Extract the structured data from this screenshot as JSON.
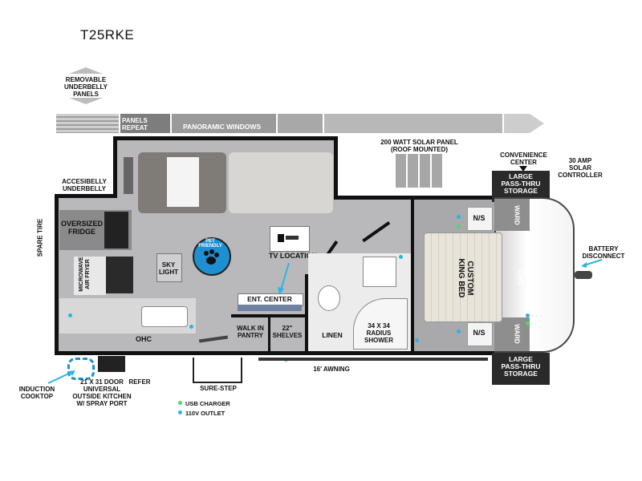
{
  "title": "T25RKE",
  "top_labels": {
    "removable_panels": "REMOVABLE\nUNDERBELLY\nPANELS",
    "panels_repeat": "PANELS\nREPEAT",
    "panoramic_windows": "PANORAMIC WINDOWS",
    "solar_panel": "200 WATT SOLAR PANEL\n(ROOF MOUNTED)",
    "convenience_center": "CONVENIENCE\nCENTER",
    "thirty_amp": "30 AMP\nSOLAR\nCONTROLLER",
    "accessible_underbelly": "ACCESIBELLY\nUNDERBELLY"
  },
  "rooms": {
    "spare_tire": "SPARE TIRE",
    "fridge": "OVERSIZED\nFRIDGE",
    "microwave": "MICROWAVE\nAIR FRYER",
    "sky_light": "SKY\nLIGHT",
    "pet_friendly": "PET\nFRIENDLY",
    "tv_location": "TV LOCATION",
    "ent_center": "ENT. CENTER",
    "ohc_kitchen": "OHC",
    "walk_in_pantry": "WALK IN\nPANTRY",
    "shelves": "22\"\nSHELVES",
    "linen": "LINEN",
    "shower": "34 x 34\nRADIUS\nSHOWER",
    "bed": "CUSTOM\nKING BED",
    "ns_top": "N/S",
    "ns_bottom": "N/S",
    "ward_top": "WARD",
    "ward_bottom": "WARD",
    "ohc_bed": "OHC",
    "storage_top": "LARGE\nPASS-THRU\nSTORAGE",
    "storage_bottom": "LARGE\nPASS-THRU\nSTORAGE",
    "battery": "BATTERY\nDISCONNECT"
  },
  "bottom_labels": {
    "induction": "INDUCTION\nCOOKTOP",
    "door": "21 x 31 DOOR\nUNIVERSAL\nOUTSIDE KITCHEN\nW/ SPRAY PORT",
    "refer": "REFER",
    "sure_step": "SURE-STEP",
    "awning": "16' AWNING"
  },
  "legend": {
    "usb": "USB CHARGER",
    "outlet": "110V OUTLET"
  },
  "colors": {
    "usb": "#4cd964",
    "outlet": "#27b6e6",
    "floor": "#b9b9bb",
    "wall": "#111111"
  }
}
